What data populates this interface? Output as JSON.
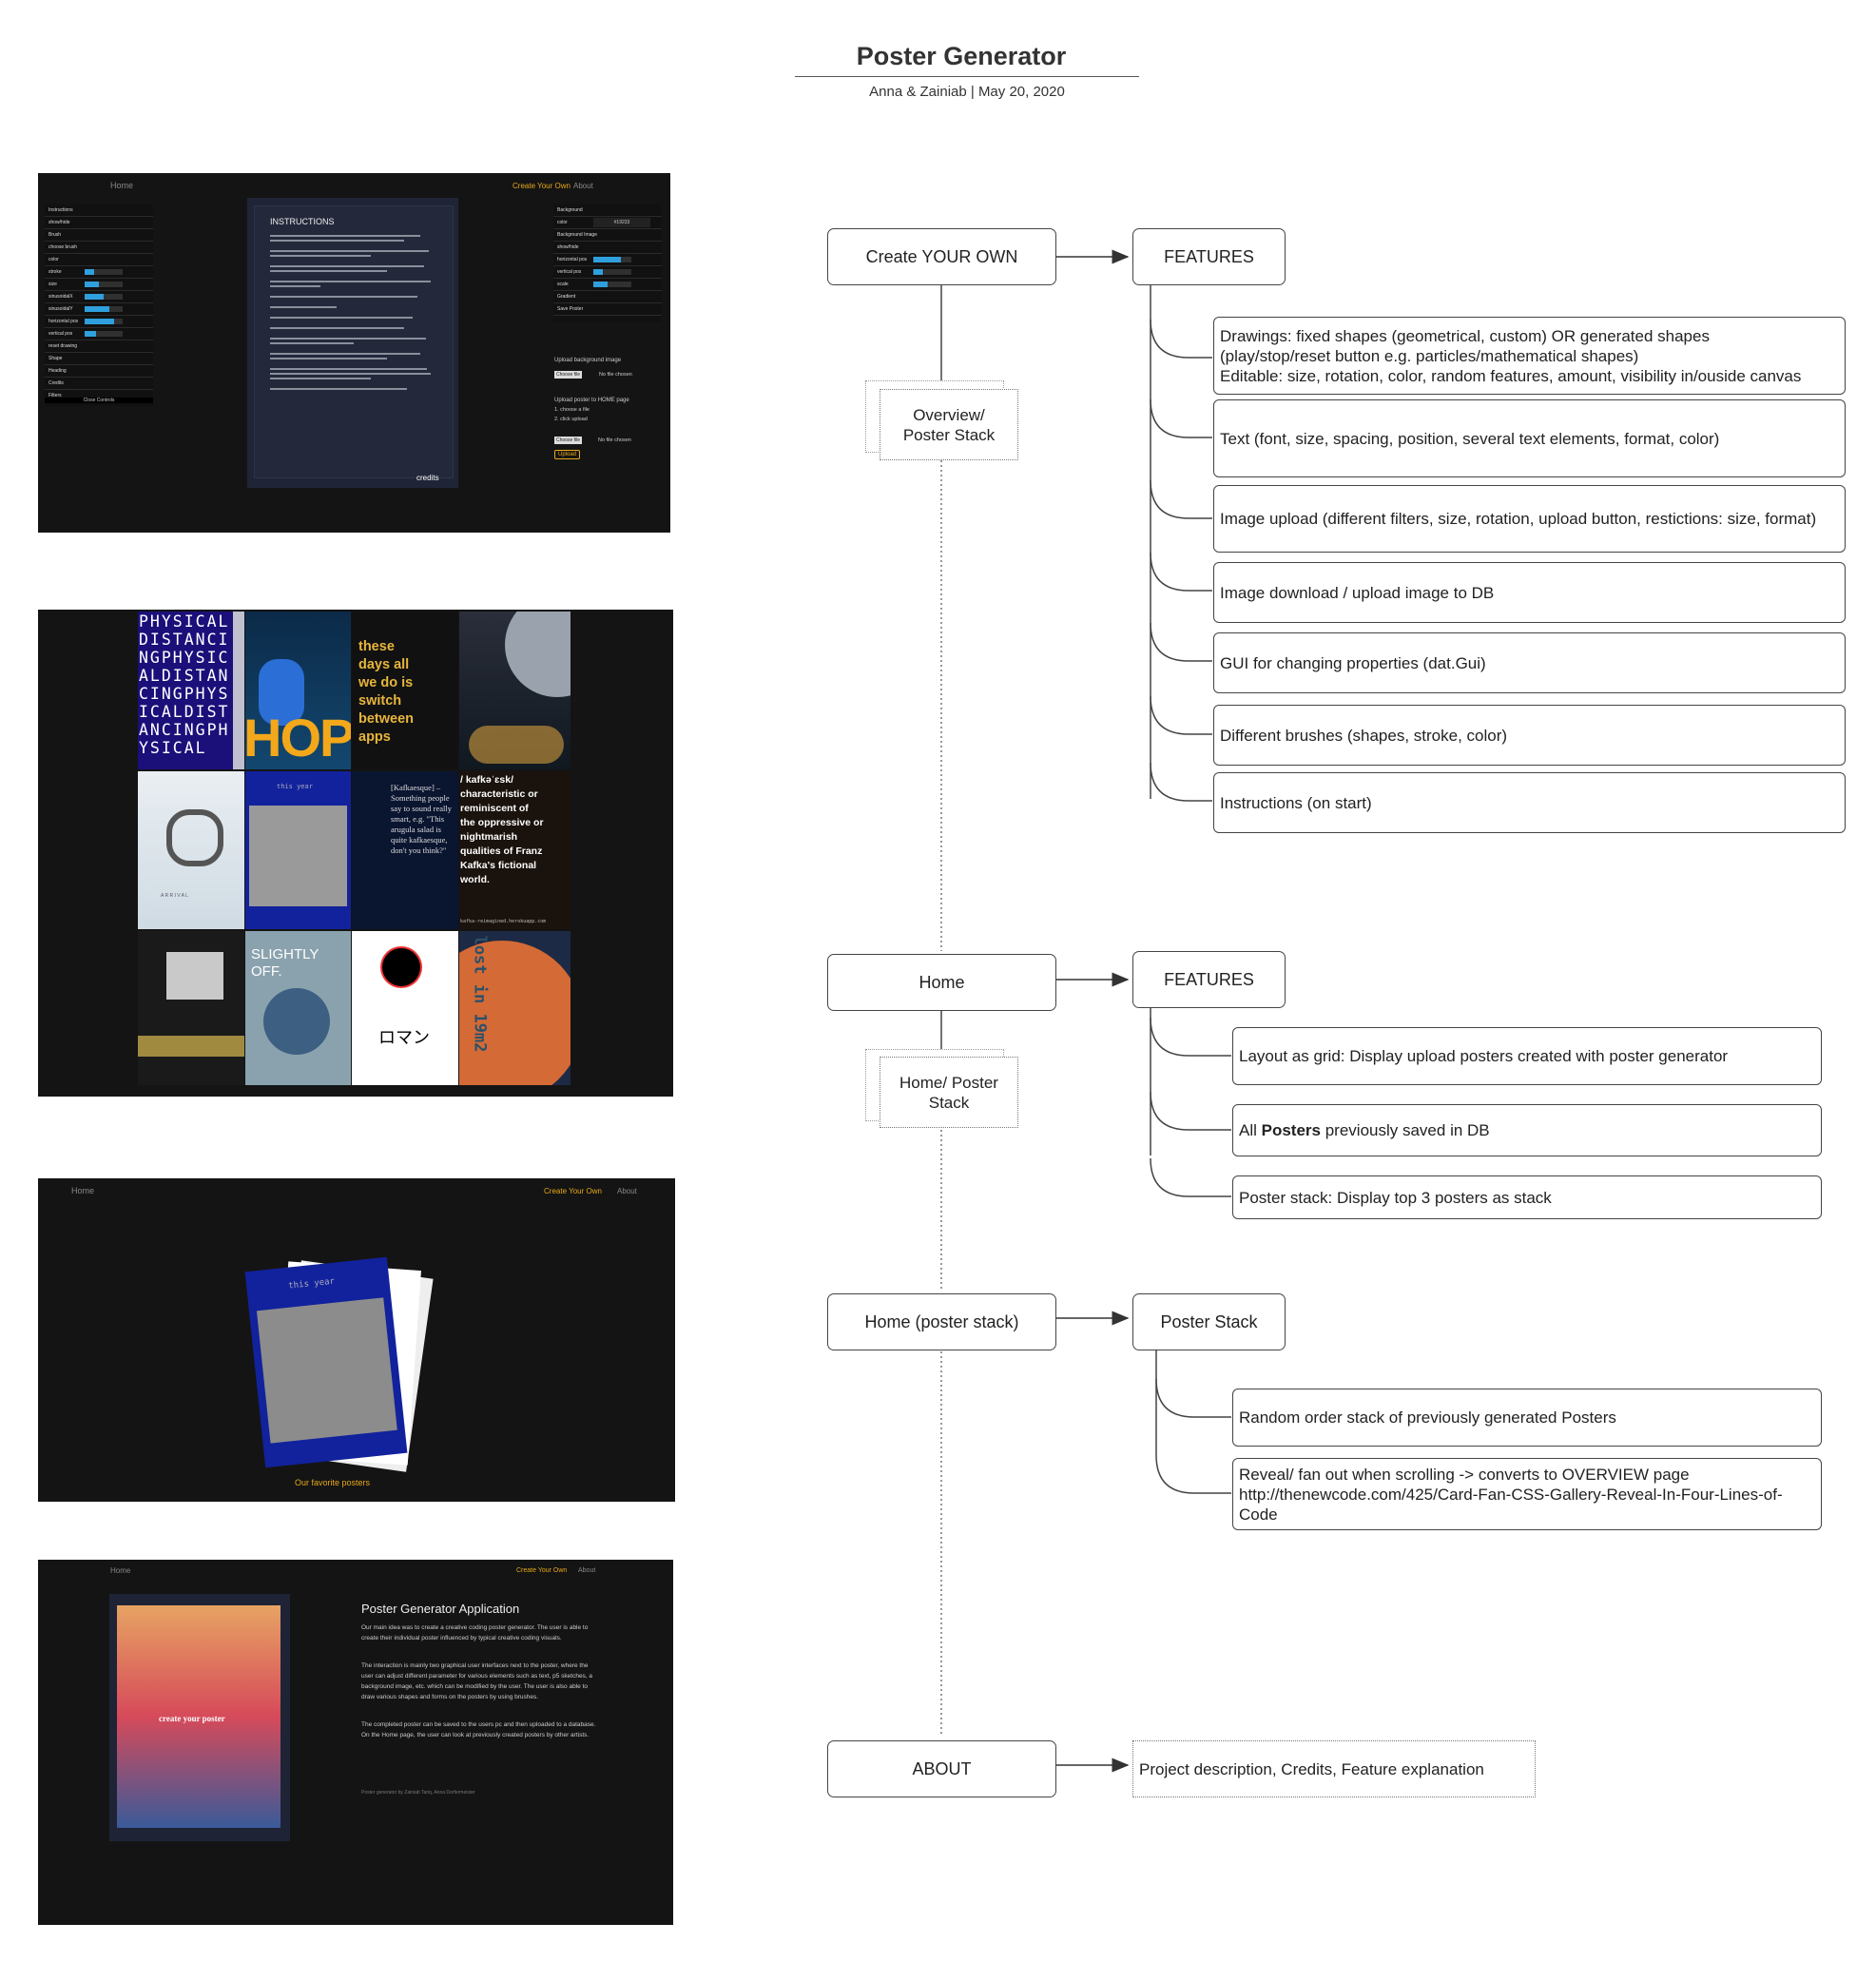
{
  "header": {
    "title": "Poster Generator",
    "subtitle": "Anna & Zainiab |  May 20, 2020"
  },
  "screens": {
    "nav": {
      "home": "Home",
      "create": "Create Your Own",
      "about": "About"
    },
    "create": {
      "instructions_heading": "INSTRUCTIONS",
      "credits": "credits",
      "left_gui": [
        "Instructions",
        "show/hide",
        "Brush",
        "choose brush",
        "color",
        "stroke",
        "size",
        "sinusoidalX",
        "sinusoidalY",
        "horizontal pos",
        "vertical pos",
        "reset drawing",
        "Shape",
        "Heading",
        "Credits",
        "Filters"
      ],
      "close_controls": "Close Controls",
      "right_gui": [
        "Background",
        "color",
        "Background Image",
        "show/hide",
        "horizontal pos",
        "vertical pos",
        "scale",
        "Gradient",
        "Save Poster"
      ],
      "color_value": "#19233",
      "upload_bg_label": "Upload background image",
      "choose_file": "Choose file",
      "no_file": "No file chosen",
      "upload_home_label": "Upload poster to HOME page",
      "upload_steps": [
        "1. choose a file",
        "2. click upload"
      ],
      "upload_button": "Upload"
    },
    "grid": {
      "physical_text": "PHYSICALDISTANCINGPHYSICALDISTANCINGPHYSICALDISTANCINGPHYSICAL",
      "hope": "HOPE",
      "these_days": "these days all we do is switch between apps",
      "this_year": "this year",
      "kafka_quote": "[Kafkaesque] – Something people say to sound really smart, e.g. \"This arugula salad is quite kafkaesque, don't you think?\"",
      "kafka_def": "/ kafkəˈɛsk/ characteristic or reminiscent of the oppressive or nightmarish qualities of Franz Kafka's fictional world.",
      "kafka_url": "kafka-reimagined.herokuapp.com",
      "slightly_off": "SLIGHTLY OFF.",
      "roman": "ロマン",
      "lost": "lost in 19m2",
      "arrival": "A R R I V A L"
    },
    "stack": {
      "caption": "Our favorite posters",
      "this_year": "this year"
    },
    "about": {
      "heading": "Poster Generator Application",
      "para1": "Our main idea was to create a creative coding poster generator. The user is able to create their individual poster influenced by typical creative coding visuals.",
      "para2": "The interaction is mainly two graphical user interfaces next to the poster, where the user can adjust different parameter for various elements such as text, p5 sketches, a background image, etc. which can be modified by the user. The user is also able to draw various shapes and forms on the posters by using brushes.",
      "para3": "The completed poster can be saved to the users pc and then uploaded to a database. On the Home page, the user can look at previously created posters by other artists.",
      "footer": "Poster generator by Zainiab Tariq, Anna Dorfermeister",
      "poster_text": "create your poster"
    }
  },
  "flow": {
    "create": {
      "label": "Create YOUR OWN",
      "features_label": "FEATURES",
      "side": "Overview/ Poster Stack",
      "features": [
        [
          "Drawings: fixed shapes (geometrical, custom) OR generated shapes",
          "(play/stop/reset button e.g. particles/mathematical shapes)",
          "Editable: size, rotation, color, random features, amount, visibility in/ouside canvas"
        ],
        [
          "Text (font, size, spacing, position, several text elements, format, color)"
        ],
        [
          "Image upload (different filters, size, rotation, upload button, restictions: size, format)"
        ],
        [
          "Image download / upload image to DB"
        ],
        [
          "GUI for changing properties (dat.Gui)"
        ],
        [
          "Different brushes (shapes, stroke, color)"
        ],
        [
          "Instructions (on start)"
        ]
      ]
    },
    "home": {
      "label": "Home",
      "features_label": "FEATURES",
      "side": "Home/ Poster Stack",
      "f1": "Layout as grid: Display upload posters created with poster generator",
      "f2_pre": "All ",
      "f2_bold": "Posters",
      "f2_post": " previously saved in DB",
      "f3": "Poster stack: Display top 3 posters  as stack"
    },
    "stack": {
      "label": "Home (poster stack)",
      "target": "Poster Stack",
      "f1": "Random order stack of previously generated Posters",
      "f2a": "Reveal/ fan out when scrolling -> converts to OVERVIEW page",
      "f2b": "http://thenewcode.com/425/Card-Fan-CSS-Gallery-Reveal-In-Four-Lines-of-Code"
    },
    "about": {
      "label": "ABOUT",
      "target": "Project description, Credits, Feature explanation"
    }
  },
  "colors": {
    "dark": "#141414",
    "gold": "#e8a917",
    "gui": "#1a1a1a",
    "blue": "#2fa0dd"
  }
}
